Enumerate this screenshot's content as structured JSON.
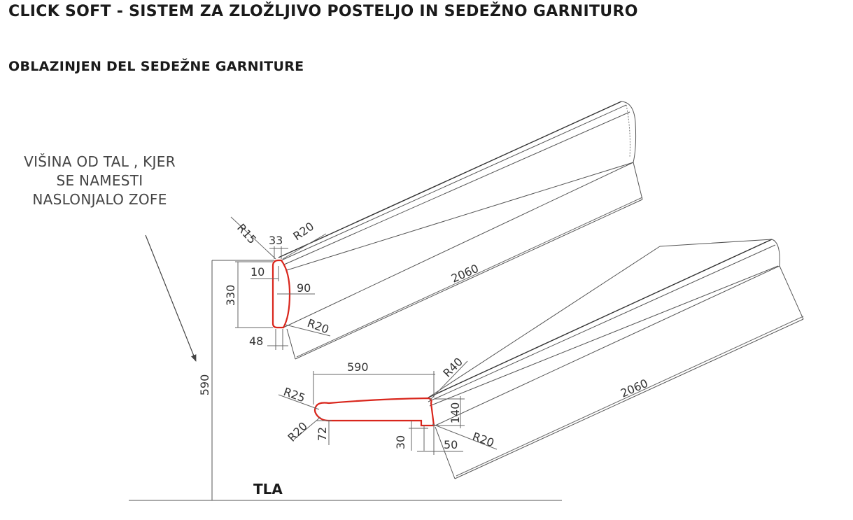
{
  "header": {
    "title": "CLICK SOFT - SISTEM ZA ZLOŽLJIVO POSTELJO IN SEDEŽNO GARNITURO",
    "subtitle": "OBLAZINJEN DEL SEDEŽNE GARNITURE"
  },
  "note": {
    "line1": "VIŠINA OD TAL , KJER",
    "line2": "SE NAMESTI",
    "line3": "NASLONJALO ZOFE"
  },
  "ground_label": "TLA",
  "colors": {
    "profile": "#d9261c",
    "lines": "#555555"
  },
  "backrest": {
    "r15": "R15",
    "d33": "33",
    "r20_top": "R20",
    "d10": "10",
    "d90": "90",
    "d330": "330",
    "r20_bottom": "R20",
    "d48": "48",
    "length": "2060"
  },
  "seat": {
    "d590": "590",
    "r40": "R40",
    "r25": "R25",
    "r20_left": "R20",
    "d72": "72",
    "d140": "140",
    "d30": "30",
    "d50": "50",
    "r20_right": "R20",
    "length": "2060"
  },
  "height_590": "590"
}
